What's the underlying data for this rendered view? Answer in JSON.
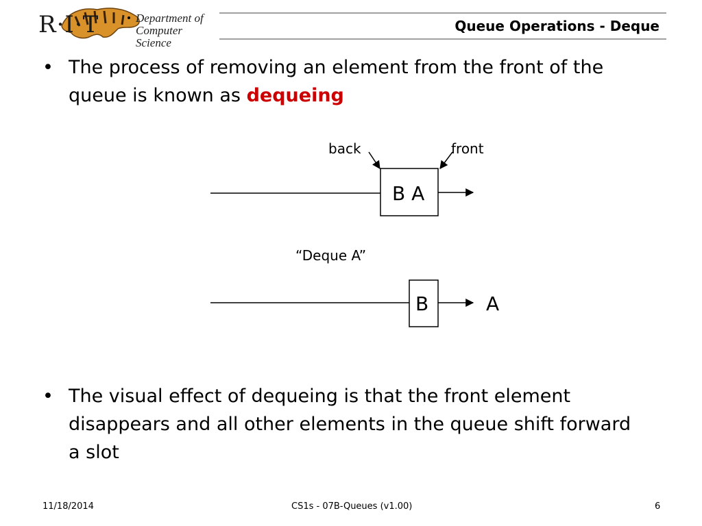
{
  "header": {
    "logo_letters": "R·I·T",
    "department_line1": "Department of",
    "department_line2": "Computer Science",
    "slide_title": "Queue Operations - Deque"
  },
  "bullets": [
    {
      "marker": "•",
      "text_before": "The process of removing an element from the front of the queue is known as ",
      "highlight": "dequeing",
      "text_after": ""
    },
    {
      "marker": "•",
      "text_before": "The visual effect of dequeing is that the front element disappears and all other elements in the queue shift forward a slot",
      "highlight": "",
      "text_after": ""
    }
  ],
  "diagram": {
    "before": {
      "back_label": "back",
      "front_label": "front",
      "box_contents": "B A"
    },
    "operation_label": "“Deque A”",
    "after": {
      "box_contents": "B",
      "removed_element": "A"
    }
  },
  "footer": {
    "date": "11/18/2014",
    "course": "CS1s - 07B-Queues  (v1.00)",
    "page_number": "6"
  },
  "colors": {
    "accent": "#cc0000",
    "rule": "#a0a0a0",
    "tiger": "#d9912a"
  },
  "icons": {
    "logo": "tiger-logo-icon"
  }
}
